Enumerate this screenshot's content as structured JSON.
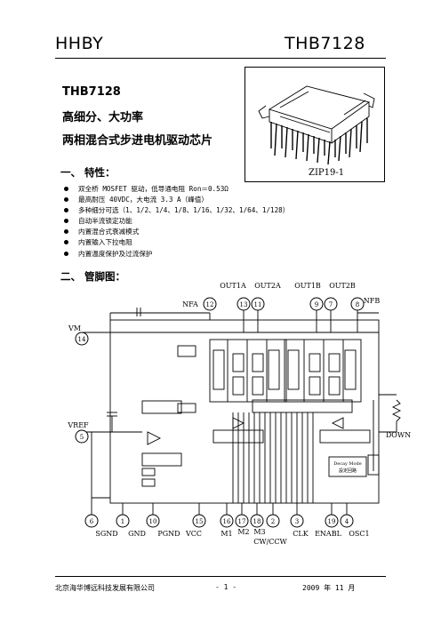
{
  "header": {
    "left": "HHBY",
    "right": "THB7128"
  },
  "title": {
    "model": "THB7128",
    "line1": "高细分、大功率",
    "line2": "两相混合式步进电机驱动芯片"
  },
  "package_label": "ZIP19-1",
  "section1": {
    "heading": "一、  特性："
  },
  "features": [
    "双全桥 MOSFET 驱动，低导通电阻 Ron＝0.53Ω",
    "最高耐压 40VDC，大电流 3.3 A（峰值）",
    "多种细分可选（1、1/2、1/4、1/8、1/16、1/32、1/64、1/128）",
    "自动半流锁定功能",
    "内置混合式衰减模式",
    "内置输入下拉电阻",
    "内置温度保护及过流保护"
  ],
  "section2": {
    "heading": "二、  管脚图："
  },
  "diagram": {
    "top_labels": [
      "OUT1A",
      "OUT2A",
      "OUT1B",
      "OUT2B",
      "NFA",
      "NFB"
    ],
    "top_pins": [
      "12",
      "13",
      "11",
      "9",
      "7",
      "8"
    ],
    "left_labels": [
      "VM",
      "VREF"
    ],
    "left_pins": [
      "14",
      "5"
    ],
    "right_label": "DOWN",
    "bottom_pins": [
      "6",
      "1",
      "10",
      "15",
      "16",
      "17",
      "18",
      "2",
      "3",
      "19",
      "4"
    ],
    "bottom_labels": [
      "SGND",
      "GND",
      "PGND",
      "VCC",
      "M1",
      "M2",
      "M3",
      "CLK",
      "ENABL",
      "OSC1"
    ],
    "bottom_label2": "CW/CCW",
    "block_texts": [
      "Decay Mode",
      "設定回路"
    ]
  },
  "footer": {
    "company": "北京海华博远科技发展有限公司",
    "page": "- 1 -",
    "date": "2009 年 11 月"
  }
}
